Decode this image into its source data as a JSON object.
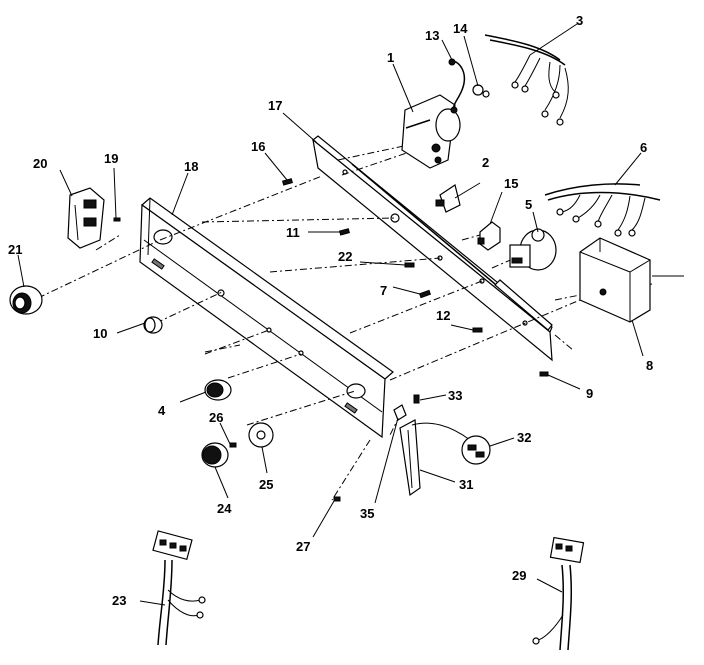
{
  "diagram": {
    "callouts": [
      "1",
      "2",
      "3",
      "4",
      "5",
      "6",
      "7",
      "8",
      "9",
      "10",
      "11",
      "12",
      "13",
      "14",
      "15",
      "16",
      "17",
      "18",
      "19",
      "20",
      "21",
      "22",
      "23",
      "24",
      "25",
      "26",
      "27",
      "29",
      "31",
      "32",
      "33",
      "35"
    ]
  }
}
